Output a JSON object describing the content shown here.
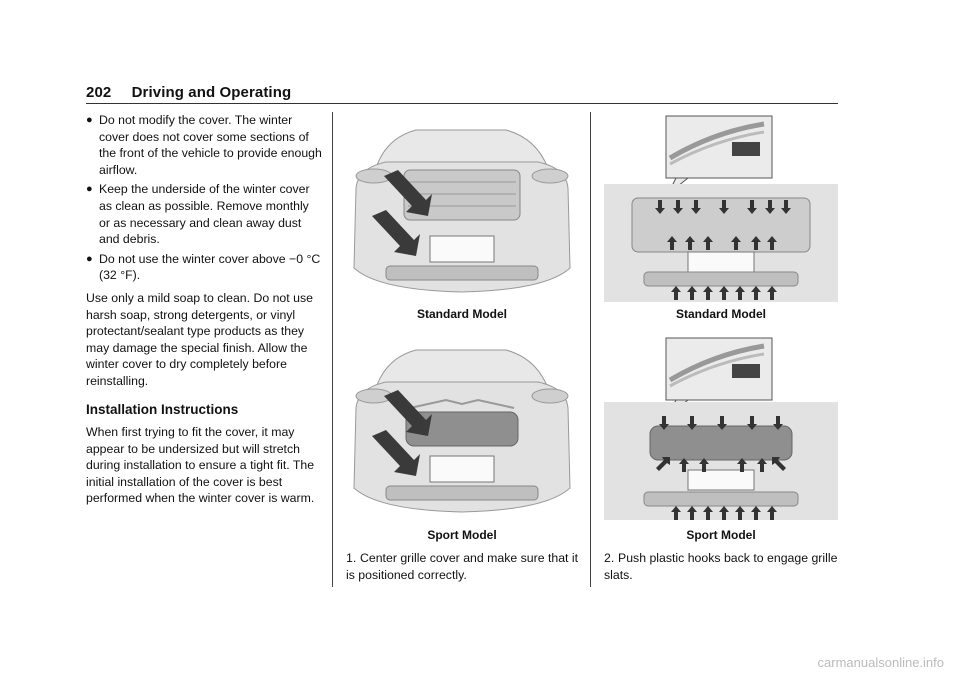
{
  "header": {
    "page_number": "202",
    "section": "Driving and Operating"
  },
  "col1": {
    "bullets": [
      "Do not modify the cover. The winter cover does not cover some sections of the front of the vehicle to provide enough airflow.",
      "Keep the underside of the winter cover as clean as possible. Remove monthly or as necessary and clean away dust and debris.",
      "Do not use the winter cover above −0 °C (32 °F)."
    ],
    "paragraph1": "Use only a mild soap to clean. Do not use harsh soap, strong detergents, or vinyl protectant/sealant type products as they may damage the special finish. Allow the winter cover to dry completely before reinstalling.",
    "heading": "Installation Instructions",
    "paragraph2": "When first trying to fit the cover, it may appear to be undersized but will stretch during installation to ensure a tight fit. The initial installation of the cover is best performed when the winter cover is warm."
  },
  "figures": {
    "standard_caption_1": "Standard Model",
    "sport_caption_1": "Sport Model",
    "standard_caption_2": "Standard Model",
    "sport_caption_2": "Sport Model"
  },
  "steps": {
    "step1_num": "1.",
    "step1_text": "Center grille cover and make sure that it is positioned correctly.",
    "step2_num": "2.",
    "step2_text": "Push plastic hooks back to engage grille slats."
  },
  "footer": "carmanualsonline.info"
}
